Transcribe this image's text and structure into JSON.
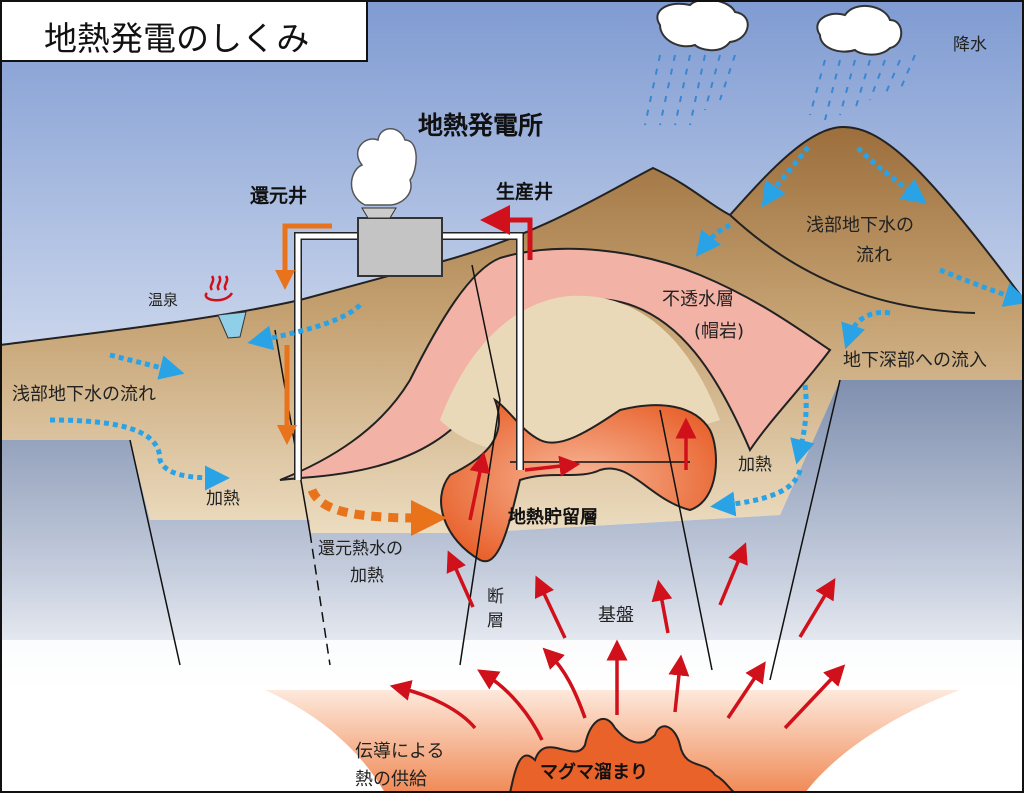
{
  "title": "地熱発電のしくみ",
  "labels": {
    "power_plant": "地熱発電所",
    "injection_well": "還元井",
    "production_well": "生産井",
    "precipitation": "降水",
    "hot_spring": "温泉",
    "shallow_groundwater_left": "浅部地下水の流れ",
    "shallow_groundwater_right_1": "浅部地下水の",
    "shallow_groundwater_right_2": "流れ",
    "impermeable_layer": "不透水層",
    "cap_rock": "(帽岩)",
    "deep_inflow": "地下深部への流入",
    "heating_left": "加熱",
    "heating_right": "加熱",
    "reservoir": "地熱貯留層",
    "reinjection_heating_1": "還元熱水の",
    "reinjection_heating_2": "加熱",
    "fault_1": "断",
    "fault_2": "層",
    "basement": "基盤",
    "conduction_1": "伝導による",
    "conduction_2": "熱の供給",
    "magma": "マグマ溜まり"
  },
  "colors": {
    "sky": "#8fa6d6",
    "ground": "#a47746",
    "tan": "#e0cba6",
    "cap_rock": "#f2b1a6",
    "reservoir": "#ee7a44",
    "magma": "#e8622a",
    "heat_arrow": "#d0101a",
    "reinjection_arrow": "#e8731a",
    "water_arrow": "#2aa3e6"
  }
}
